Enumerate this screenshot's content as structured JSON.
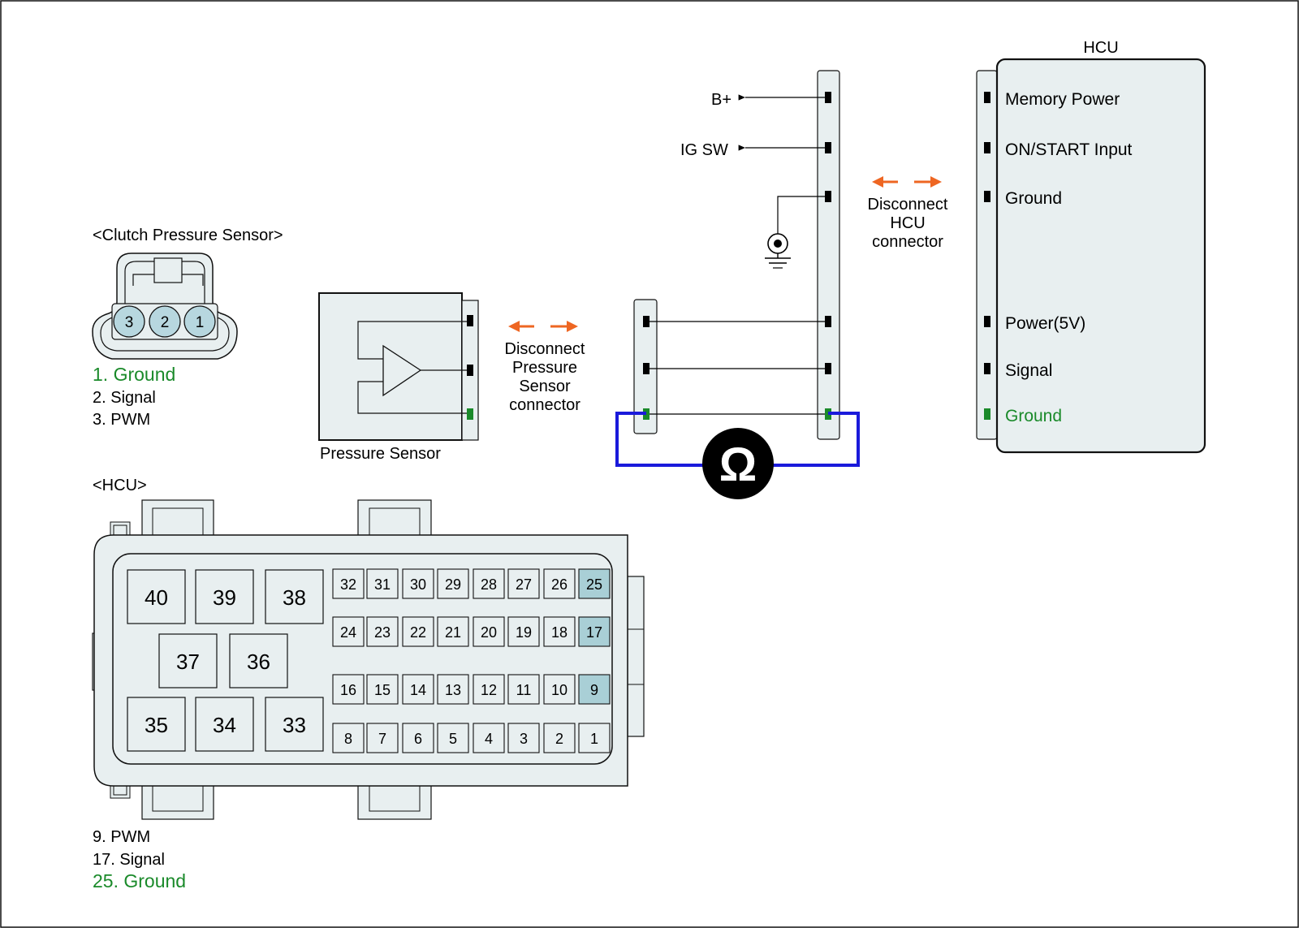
{
  "colors": {
    "panel_fill": "#e8eff0",
    "outline": "#111111",
    "pin_black": "#000000",
    "pin_green": "#1a8a2a",
    "highlight_cell": "#a9cfd6",
    "sensor_pin_fill": "#b7d7df",
    "meter_wire": "#1a1adb",
    "disconnect_arrow": "#ee6622",
    "green_text": "#1a8a2a"
  },
  "sensor_connector": {
    "title": "<Clutch Pressure Sensor>",
    "pins": [
      "3",
      "2",
      "1"
    ],
    "legend": [
      {
        "text": "1. Ground",
        "color": "green"
      },
      {
        "text": "2. Signal",
        "color": "black"
      },
      {
        "text": "3. PWM",
        "color": "black"
      }
    ]
  },
  "pressure_sensor": {
    "label": "Pressure Sensor",
    "disconnect_label": [
      "Disconnect",
      "Pressure",
      "Sensor",
      "connector"
    ]
  },
  "harness": {
    "supply_labels": [
      "B+",
      "IG SW"
    ],
    "ground_icon": "ground-icon",
    "meter_icon": "ohmmeter-icon",
    "meter_symbol": "Ω"
  },
  "hcu_module": {
    "title": "HCU",
    "disconnect_label": [
      "Disconnect",
      "HCU",
      "connector"
    ],
    "pins": [
      {
        "label": "Memory Power",
        "color": "black"
      },
      {
        "label": "ON/START Input",
        "color": "black"
      },
      {
        "label": "Ground",
        "color": "black"
      },
      {
        "label": "Power(5V)",
        "color": "black"
      },
      {
        "label": "Signal",
        "color": "black"
      },
      {
        "label": "Ground",
        "color": "green"
      }
    ]
  },
  "hcu_connector": {
    "title": "<HCU>",
    "large_pins_top": [
      "40",
      "39",
      "38"
    ],
    "large_pins_mid": [
      "37",
      "36"
    ],
    "large_pins_bottom": [
      "35",
      "34",
      "33"
    ],
    "small_rows": [
      [
        "32",
        "31",
        "30",
        "29",
        "28",
        "27",
        "26",
        "25"
      ],
      [
        "24",
        "23",
        "22",
        "21",
        "20",
        "19",
        "18",
        "17"
      ],
      [
        "16",
        "15",
        "14",
        "13",
        "12",
        "11",
        "10",
        "9"
      ],
      [
        "8",
        "7",
        "6",
        "5",
        "4",
        "3",
        "2",
        "1"
      ]
    ],
    "highlighted": [
      "25",
      "17",
      "9"
    ],
    "legend": [
      {
        "text": "9. PWM",
        "color": "black"
      },
      {
        "text": "17. Signal",
        "color": "black"
      },
      {
        "text": "25. Ground",
        "color": "green"
      }
    ]
  }
}
